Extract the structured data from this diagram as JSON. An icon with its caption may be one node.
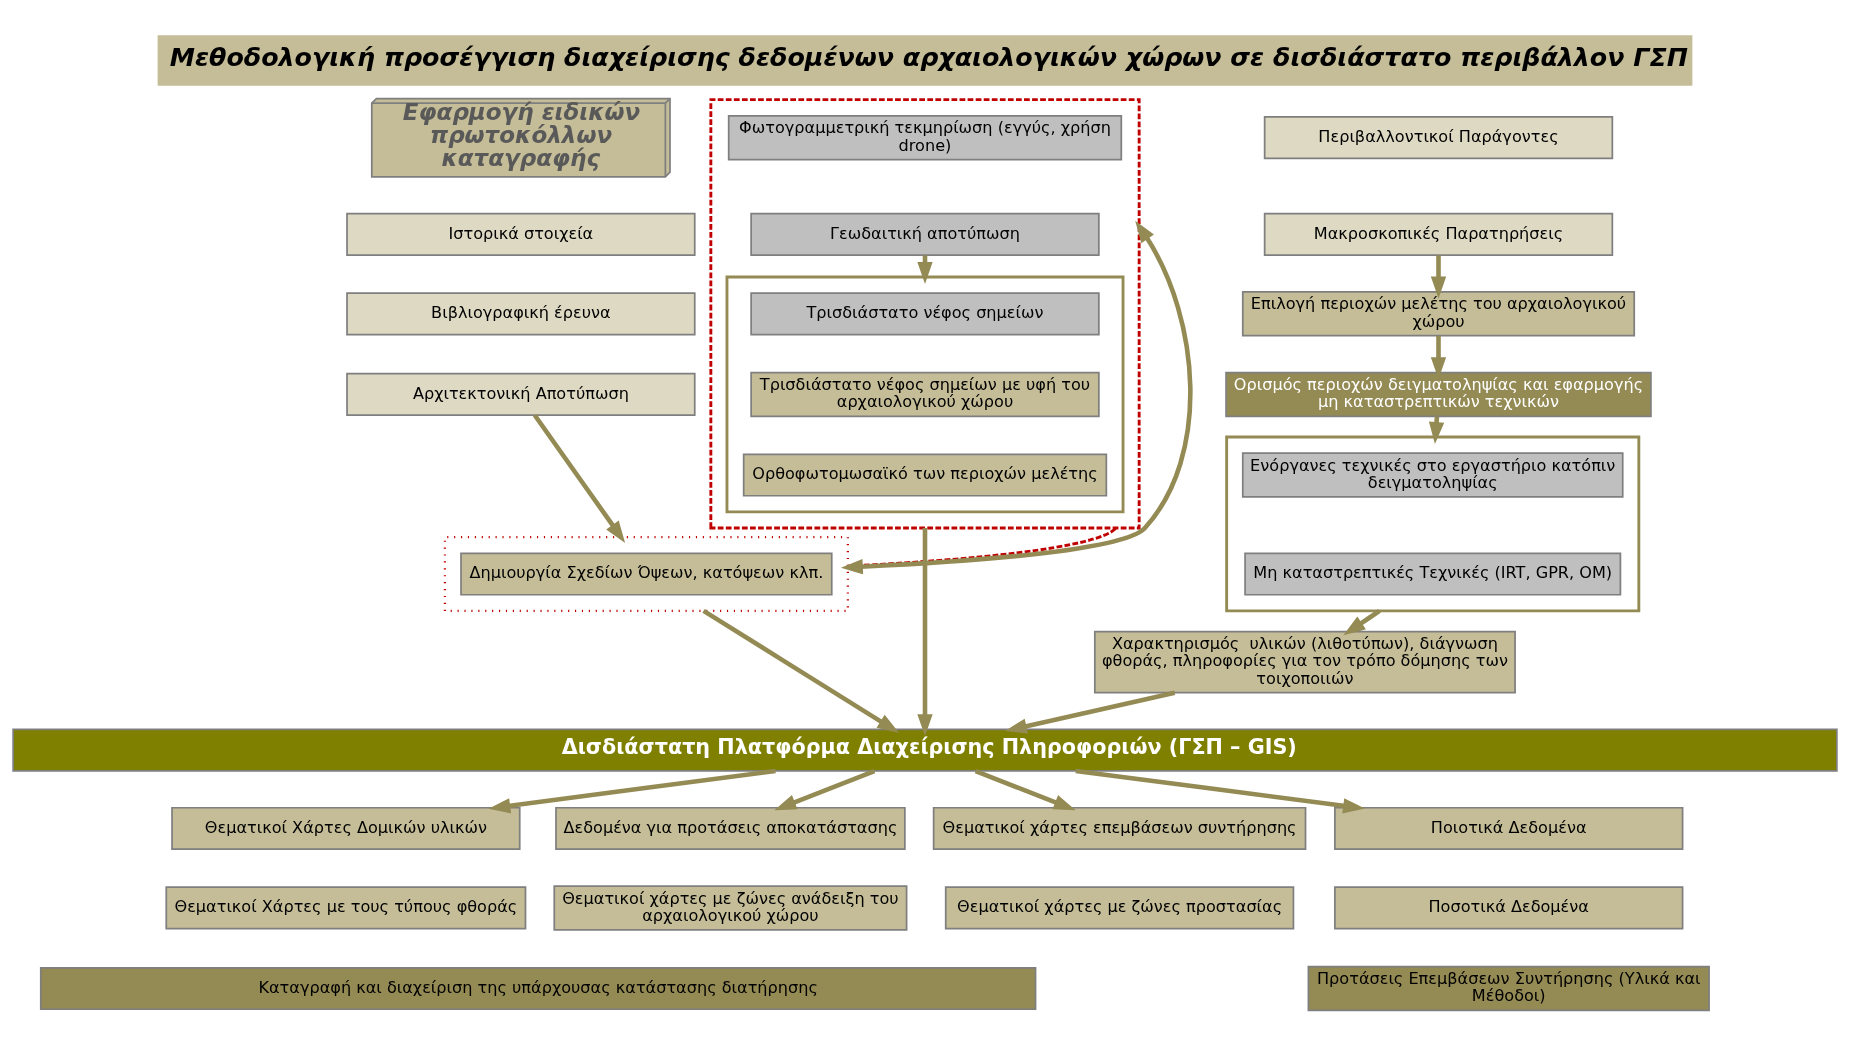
{
  "diagram": {
    "title": "Μεθοδολογική προσέγγιση διαχείρισης δεδομένων αρχαιολογικών χώρων σε δισδιάστατο περιβάλλον ΓΣΠ",
    "nodes": [
      {
        "text": [
          "Εφαρμογή ειδικών πρωτοκόλλων καταγραφής"
        ]
      },
      {
        "text": [
          "Ιστορικά στοιχεία"
        ]
      },
      {
        "text": [
          "Βιβλιογραφική έρευνα"
        ]
      },
      {
        "text": [
          "Αρχιτεκτονική Αποτύπωση"
        ]
      },
      {
        "text": [],
        "shape": "box"
      },
      {
        "text": [
          "Δημιουργία Σχεδίων Όψεων, κατόψεων κλπ."
        ],
        "in": 4
      },
      {
        "text": [],
        "shape": "box"
      },
      {
        "text": [
          "Φωτογραμμετρική τεκμηρίωση (εγγύς, χρήση drone)"
        ],
        "in": 6
      },
      {
        "text": [
          "Γεωδαιτική αποτύπωση"
        ],
        "in": 6
      },
      {
        "text": [],
        "shape": "box",
        "in": 6
      },
      {
        "text": [
          "Τρισδιάστατο νέφος σημείων"
        ],
        "in": 9
      },
      {
        "text": [
          "Τρισδιάστατο νέφος σημείων με υφή του αρχαιολογικού χώρου"
        ],
        "in": 9
      },
      {
        "text": [
          "Ορθοφωτομωσαϊκό των περιοχών μελέτης"
        ],
        "in": 9
      },
      {
        "text": [
          "Περιβαλλοντικοί Παράγοντες"
        ]
      },
      {
        "text": [
          "Μακροσκοπικές Παρατηρήσεις"
        ]
      },
      {
        "text": [
          "Επιλογή περιοχών μελέτης του αρχαιολογικού χώρου"
        ]
      },
      {
        "text": [
          "Ορισμός περιοχών δειγματοληψίας και εφαρμογής μη καταστρεπτικών τεχνικών"
        ]
      },
      {
        "text": [],
        "shape": "box"
      },
      {
        "text": [
          "Ενόργανες τεχνικές στο εργαστήριο κατόπιν δειγματοληψίας"
        ],
        "in": 17
      },
      {
        "text": [
          "Μη καταστρεπτικές Τεχνικές (IRT, GPR, OM)"
        ],
        "in": 17
      },
      {
        "text": [
          "Χαρακτηρισμός  υλικών (λιθοτύπων), διάγνωση φθοράς, πληροφορίες για τον τρόπο δόμησης των τοιχοποιιών"
        ]
      },
      {
        "text": [
          "Δισδιάστατη Πλατφόρμα Διαχείρισης Πληροφοριών (ΓΣΠ – GIS)"
        ]
      },
      {
        "text": [
          "Θεματικοί Χάρτες Δομικών υλικών"
        ]
      },
      {
        "text": [
          "Θεματικοί Χάρτες με τους τύπους φθοράς"
        ]
      },
      {
        "text": [
          "Δεδομένα για προτάσεις αποκατάστασης"
        ]
      },
      {
        "text": [
          "Θεματικοί χάρτες με ζώνες ανάδειξη του αρχαιολογικού χώρου"
        ]
      },
      {
        "text": [
          "Θεματικοί χάρτες επεμβάσεων συντήρησης"
        ]
      },
      {
        "text": [
          "Θεματικοί χάρτες με ζώνες προστασίας"
        ]
      },
      {
        "text": [
          "Καταγραφή και διαχείριση της υπάρχουσας κατάστασης διατήρησης"
        ]
      },
      {
        "text": [
          "Ποιοτικά Δεδομένα"
        ]
      },
      {
        "text": [
          "Ποσοτικά Δεδομένα"
        ]
      },
      {
        "text": [
          "Προτάσεις Επεμβάσεων Συντήρησης (Υλικά και Μέθοδοι)"
        ]
      }
    ],
    "edges": [
      {
        "from": 3,
        "to": 4,
        "arrow": "to"
      },
      {
        "from": 8,
        "to": 9,
        "arrow": "to"
      },
      {
        "from": 4,
        "to": 6,
        "arrow": "none",
        "style": "dashed",
        "color": "#c00000"
      },
      {
        "from": 4,
        "to": 6,
        "arrow": "both"
      },
      {
        "from": 4,
        "to": 21,
        "arrow": "to"
      },
      {
        "from": 6,
        "to": 21,
        "arrow": "to"
      },
      {
        "from": 14,
        "to": 15,
        "arrow": "to"
      },
      {
        "from": 15,
        "to": 16,
        "arrow": "to"
      },
      {
        "from": 16,
        "to": 17,
        "arrow": "to"
      },
      {
        "from": 17,
        "to": 20,
        "arrow": "to"
      },
      {
        "from": 20,
        "to": 21,
        "arrow": "to"
      },
      {
        "from": 21,
        "to": 22,
        "arrow": "to"
      },
      {
        "from": 21,
        "to": 24,
        "arrow": "to"
      },
      {
        "from": 21,
        "to": 26,
        "arrow": "to"
      },
      {
        "from": 21,
        "to": 29,
        "arrow": "to"
      }
    ]
  }
}
